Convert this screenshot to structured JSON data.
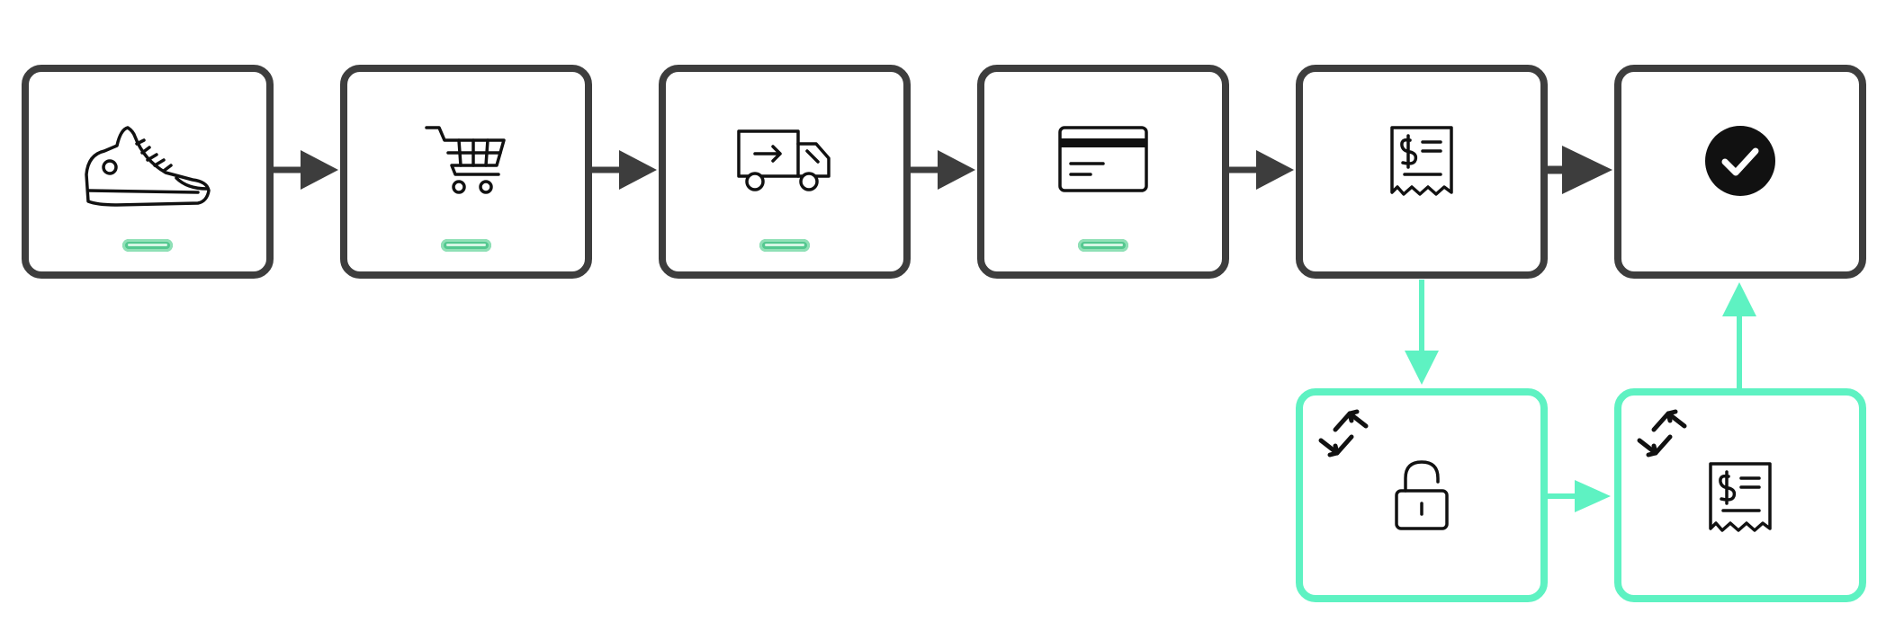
{
  "diagram": {
    "colors": {
      "box_border": "#3d3d3d",
      "alt_border": "#5ef2c2",
      "pill": "#54c890",
      "icon": "#111111",
      "arrow_main": "#3d3d3d",
      "arrow_alt": "#5ef2c2"
    },
    "steps": [
      {
        "id": "product",
        "icon": "sneaker-icon",
        "status_pill": true
      },
      {
        "id": "cart",
        "icon": "shopping-cart-icon",
        "status_pill": true
      },
      {
        "id": "shipping",
        "icon": "delivery-truck-icon",
        "status_pill": true
      },
      {
        "id": "payment",
        "icon": "credit-card-icon",
        "status_pill": true
      },
      {
        "id": "invoice",
        "icon": "receipt-icon",
        "status_pill": false
      },
      {
        "id": "confirmation",
        "icon": "check-circle-icon",
        "status_pill": false
      }
    ],
    "alternate_steps": [
      {
        "id": "unlock",
        "icon": "padlock-open-icon",
        "badge": "swap-arrows-icon"
      },
      {
        "id": "alt-invoice",
        "icon": "receipt-icon",
        "badge": "swap-arrows-icon"
      }
    ],
    "edges": [
      {
        "from": "product",
        "to": "cart",
        "style": "main"
      },
      {
        "from": "cart",
        "to": "shipping",
        "style": "main"
      },
      {
        "from": "shipping",
        "to": "payment",
        "style": "main"
      },
      {
        "from": "payment",
        "to": "invoice",
        "style": "main"
      },
      {
        "from": "invoice",
        "to": "confirmation",
        "style": "main"
      },
      {
        "from": "invoice",
        "to": "unlock",
        "style": "alt"
      },
      {
        "from": "unlock",
        "to": "alt-invoice",
        "style": "alt"
      },
      {
        "from": "alt-invoice",
        "to": "confirmation",
        "style": "alt"
      }
    ]
  }
}
